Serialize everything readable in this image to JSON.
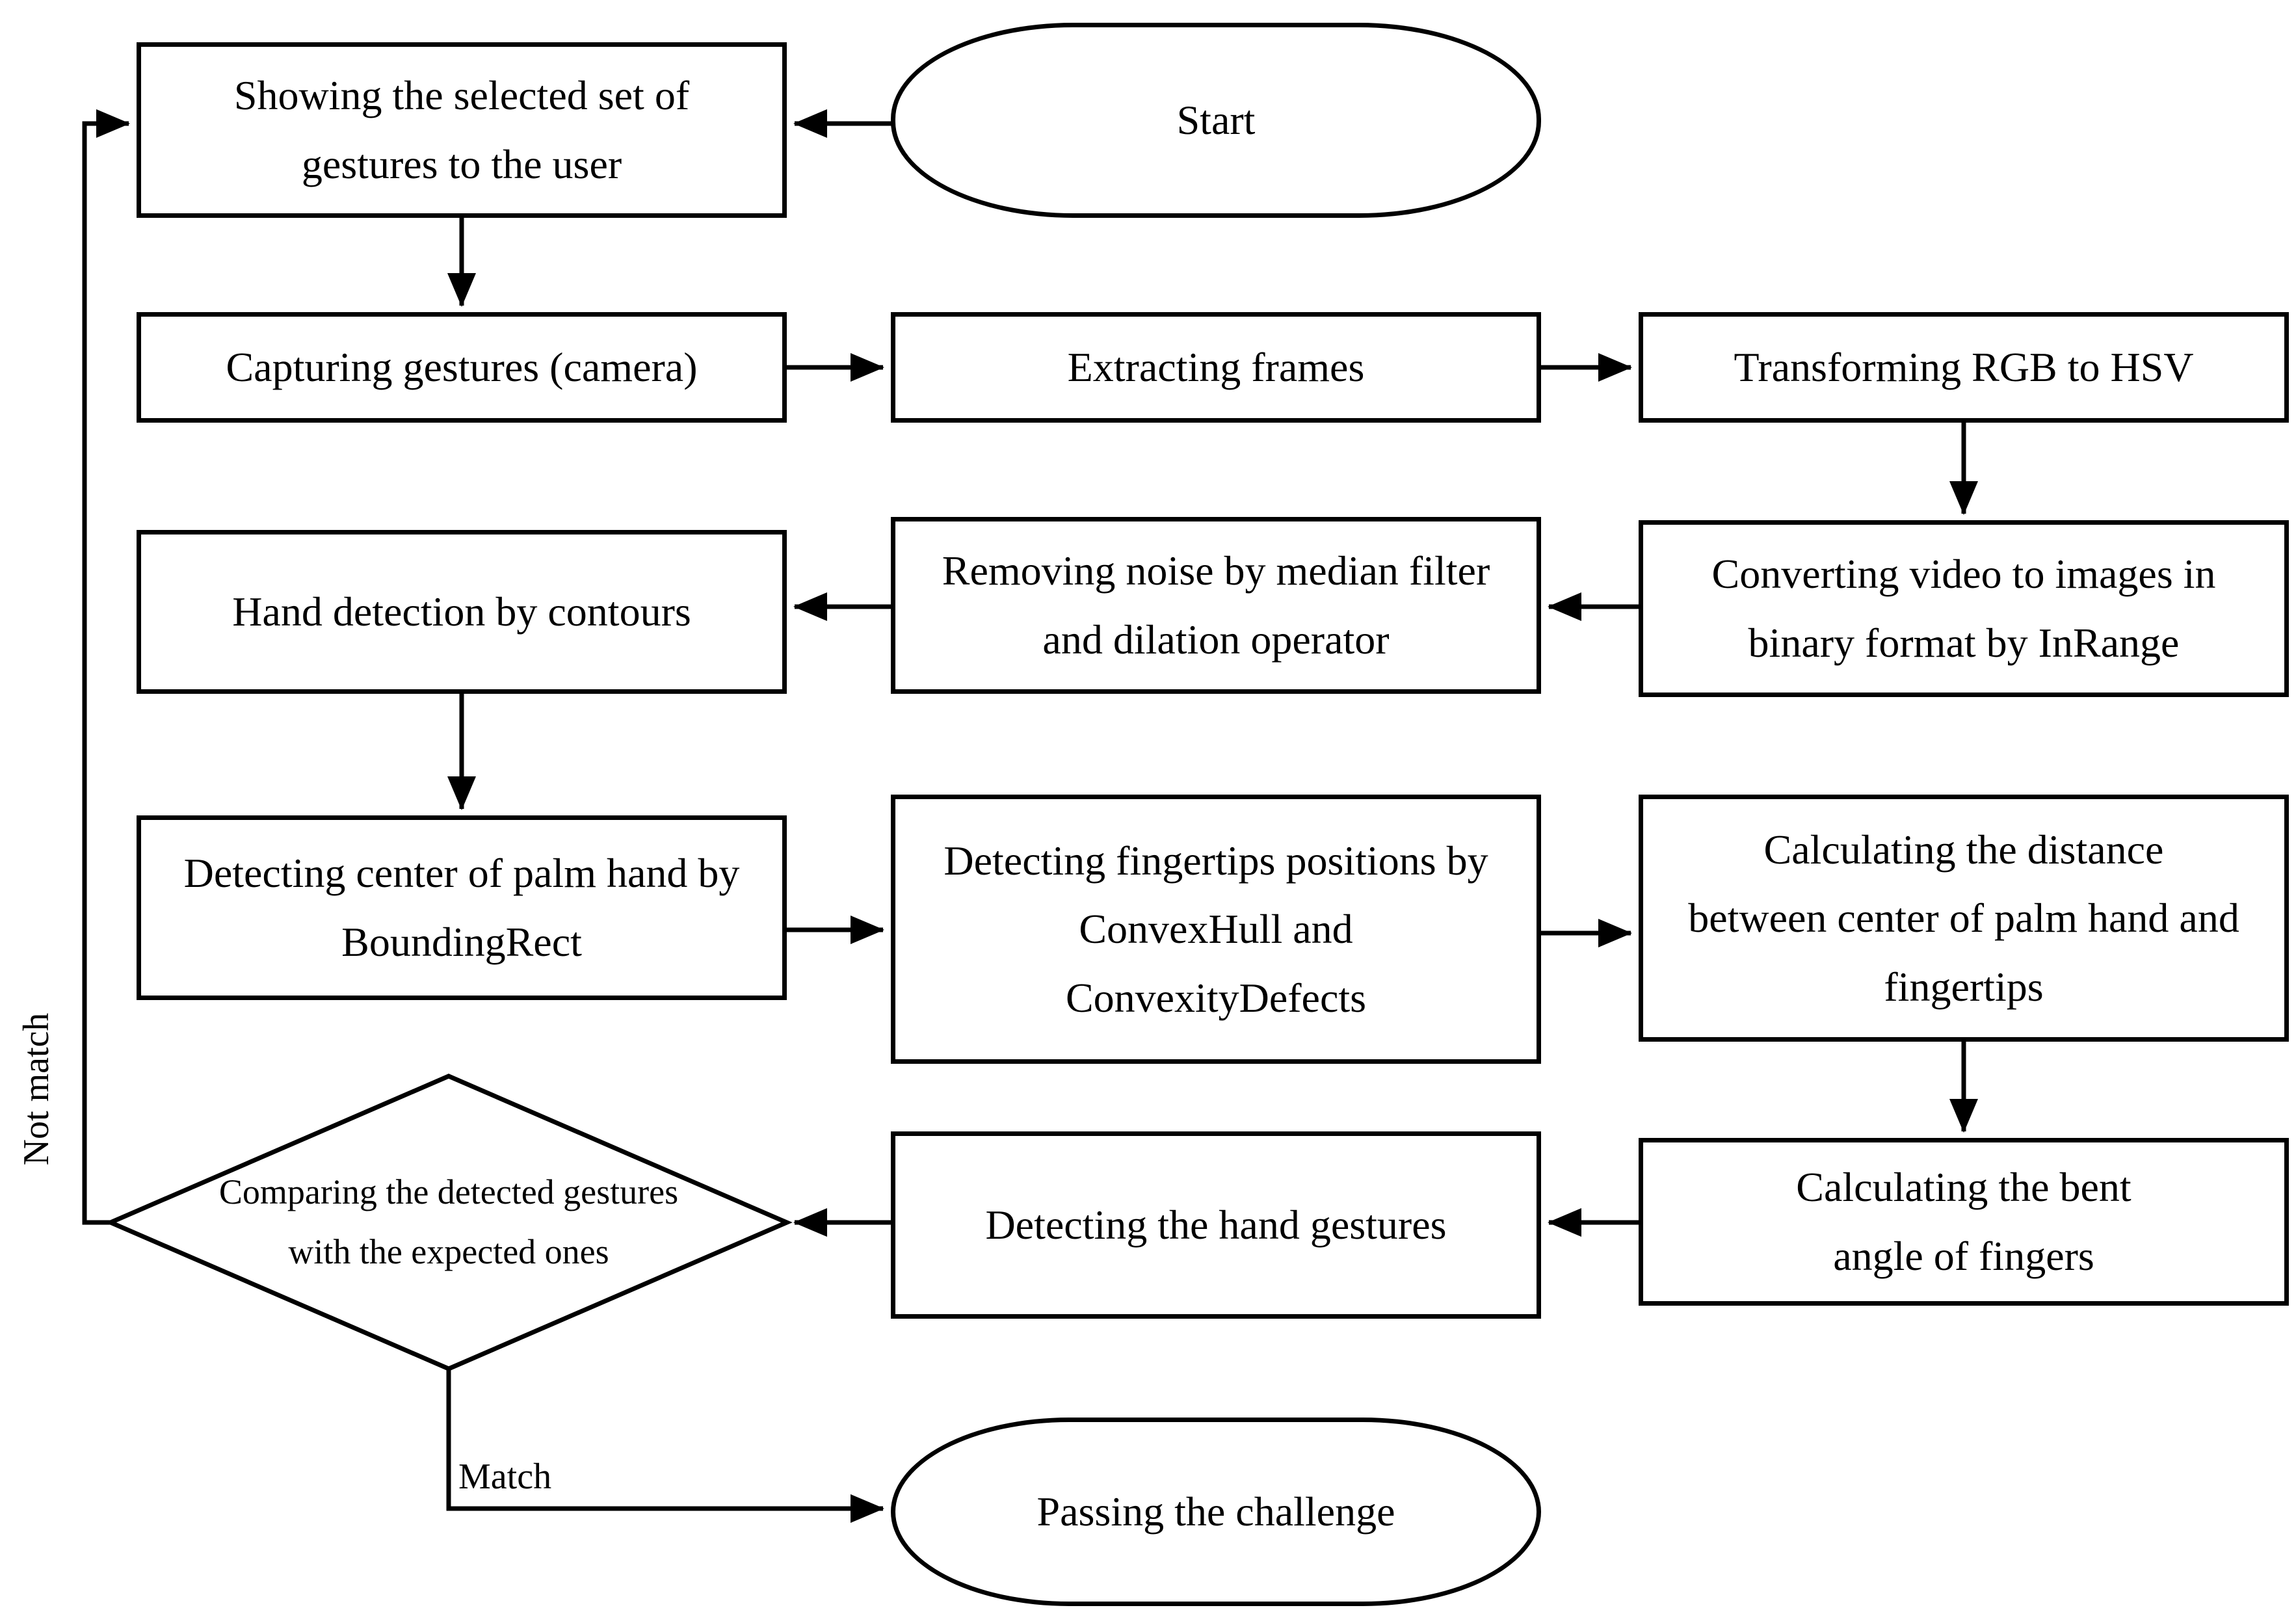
{
  "nodes": {
    "start": {
      "shape": "terminator",
      "label": "Start"
    },
    "show_gestures": {
      "shape": "process",
      "label_lines": [
        "Showing the selected set of",
        "gestures to the user"
      ]
    },
    "capturing": {
      "shape": "process",
      "label": "Capturing gestures (camera)"
    },
    "extracting": {
      "shape": "process",
      "label": "Extracting frames"
    },
    "transforming": {
      "shape": "process",
      "label": "Transforming RGB to HSV"
    },
    "converting": {
      "shape": "process",
      "label_lines": [
        "Converting video to images in",
        "binary format by InRange"
      ]
    },
    "removing": {
      "shape": "process",
      "label_lines": [
        "Removing noise by median filter",
        "and dilation operator"
      ]
    },
    "hand_detection": {
      "shape": "process",
      "label": "Hand detection by contours"
    },
    "detect_center": {
      "shape": "process",
      "label_lines": [
        "Detecting center of palm hand by",
        "BoundingRect"
      ]
    },
    "detect_fingertips": {
      "shape": "process",
      "label_lines": [
        "Detecting fingertips positions by",
        "ConvexHull and",
        "ConvexityDefects"
      ]
    },
    "calc_distance": {
      "shape": "process",
      "label_lines": [
        "Calculating the distance",
        "between center of palm hand and",
        "fingertips"
      ]
    },
    "calc_bent": {
      "shape": "process",
      "label_lines": [
        "Calculating the bent",
        "angle of fingers"
      ]
    },
    "detect_gestures": {
      "shape": "process",
      "label": "Detecting the hand gestures"
    },
    "comparing": {
      "shape": "decision",
      "label_lines": [
        "Comparing the detected gestures",
        "with the expected ones"
      ]
    },
    "passing": {
      "shape": "terminator",
      "label": "Passing the challenge"
    }
  },
  "edges": [
    {
      "from": "start",
      "to": "show_gestures",
      "label": ""
    },
    {
      "from": "show_gestures",
      "to": "capturing",
      "label": ""
    },
    {
      "from": "capturing",
      "to": "extracting",
      "label": ""
    },
    {
      "from": "extracting",
      "to": "transforming",
      "label": ""
    },
    {
      "from": "transforming",
      "to": "converting",
      "label": ""
    },
    {
      "from": "converting",
      "to": "removing",
      "label": ""
    },
    {
      "from": "removing",
      "to": "hand_detection",
      "label": ""
    },
    {
      "from": "hand_detection",
      "to": "detect_center",
      "label": ""
    },
    {
      "from": "detect_center",
      "to": "detect_fingertips",
      "label": ""
    },
    {
      "from": "detect_fingertips",
      "to": "calc_distance",
      "label": ""
    },
    {
      "from": "calc_distance",
      "to": "calc_bent",
      "label": ""
    },
    {
      "from": "calc_bent",
      "to": "detect_gestures",
      "label": ""
    },
    {
      "from": "detect_gestures",
      "to": "comparing",
      "label": ""
    },
    {
      "from": "comparing",
      "to": "passing",
      "label": "Match"
    },
    {
      "from": "comparing",
      "to": "show_gestures",
      "label": "Not match"
    }
  ],
  "colors": {
    "stroke": "#000000",
    "fill": "#ffffff",
    "background": "#ffffff"
  }
}
